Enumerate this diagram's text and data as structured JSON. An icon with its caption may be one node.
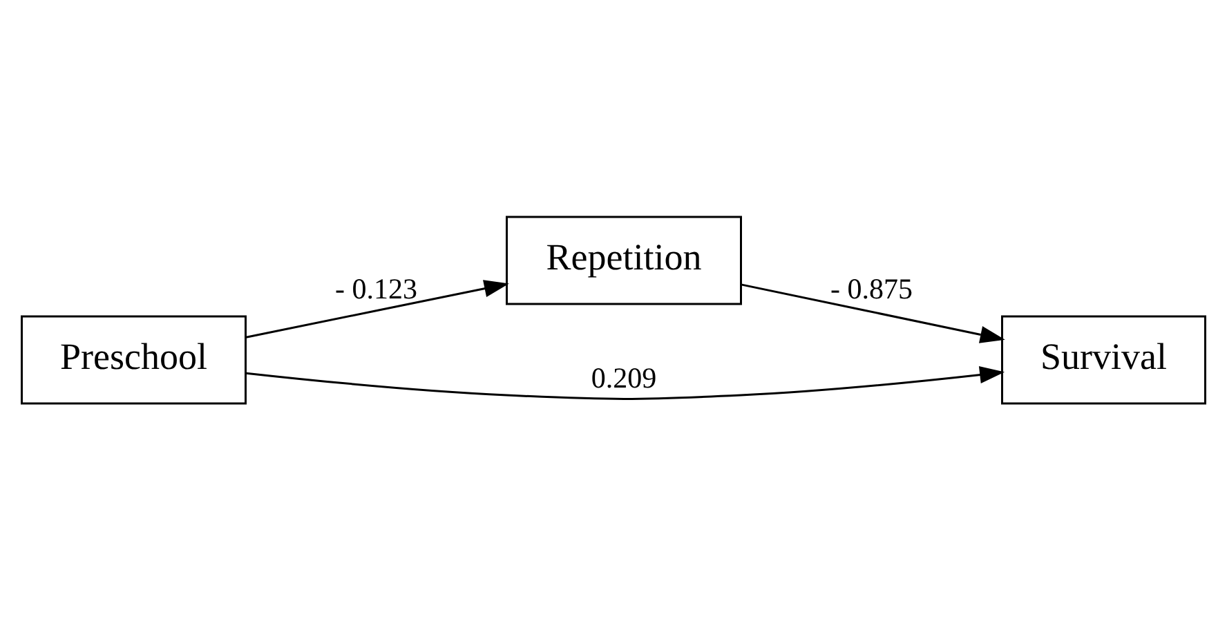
{
  "diagram": {
    "nodes": [
      {
        "text": [
          "Preschool"
        ]
      },
      {
        "text": [
          "Repetition"
        ]
      },
      {
        "text": [
          "Survival"
        ]
      }
    ],
    "edges": [
      {
        "from": 0,
        "to": 1,
        "arrow": "to",
        "label": "- 0.123"
      },
      {
        "from": 1,
        "to": 2,
        "arrow": "to",
        "label": "- 0.875"
      },
      {
        "from": 0,
        "to": 2,
        "arrow": "to",
        "label": "0.209"
      }
    ]
  }
}
